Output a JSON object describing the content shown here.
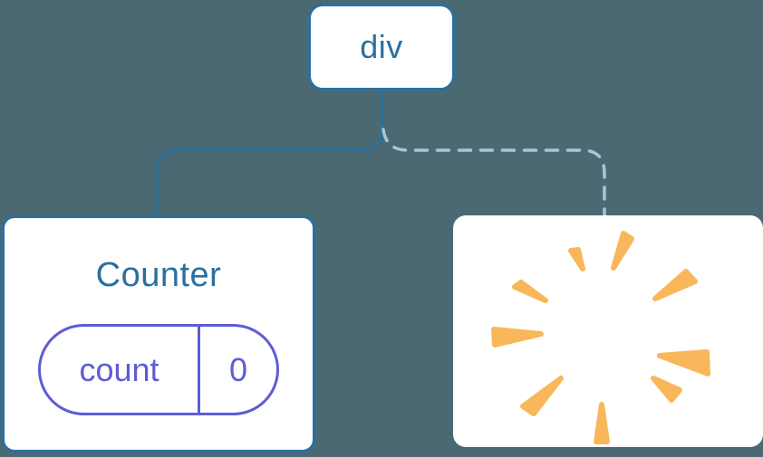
{
  "diagram": {
    "description": "Component tree: a div root keeps a Counter child (with state) while its second child has been removed (poof)",
    "colors": {
      "background": "#4B6973",
      "accent_blue": "#2A709F",
      "dashed_edge_blue": "#A6C5DA",
      "state_purple": "#5D5CD5",
      "poof_orange": "#F9B75B",
      "card_white": "#ffffff"
    },
    "root_node": {
      "label": "div"
    },
    "left_card": {
      "title": "Counter",
      "state": {
        "key": "count",
        "value": "0"
      }
    },
    "right_card": {
      "icon": "poof-starburst-icon"
    },
    "edges": [
      {
        "from": "div",
        "to": "Counter",
        "style": "solid"
      },
      {
        "from": "div",
        "to": "removed child",
        "style": "dashed"
      }
    ]
  }
}
